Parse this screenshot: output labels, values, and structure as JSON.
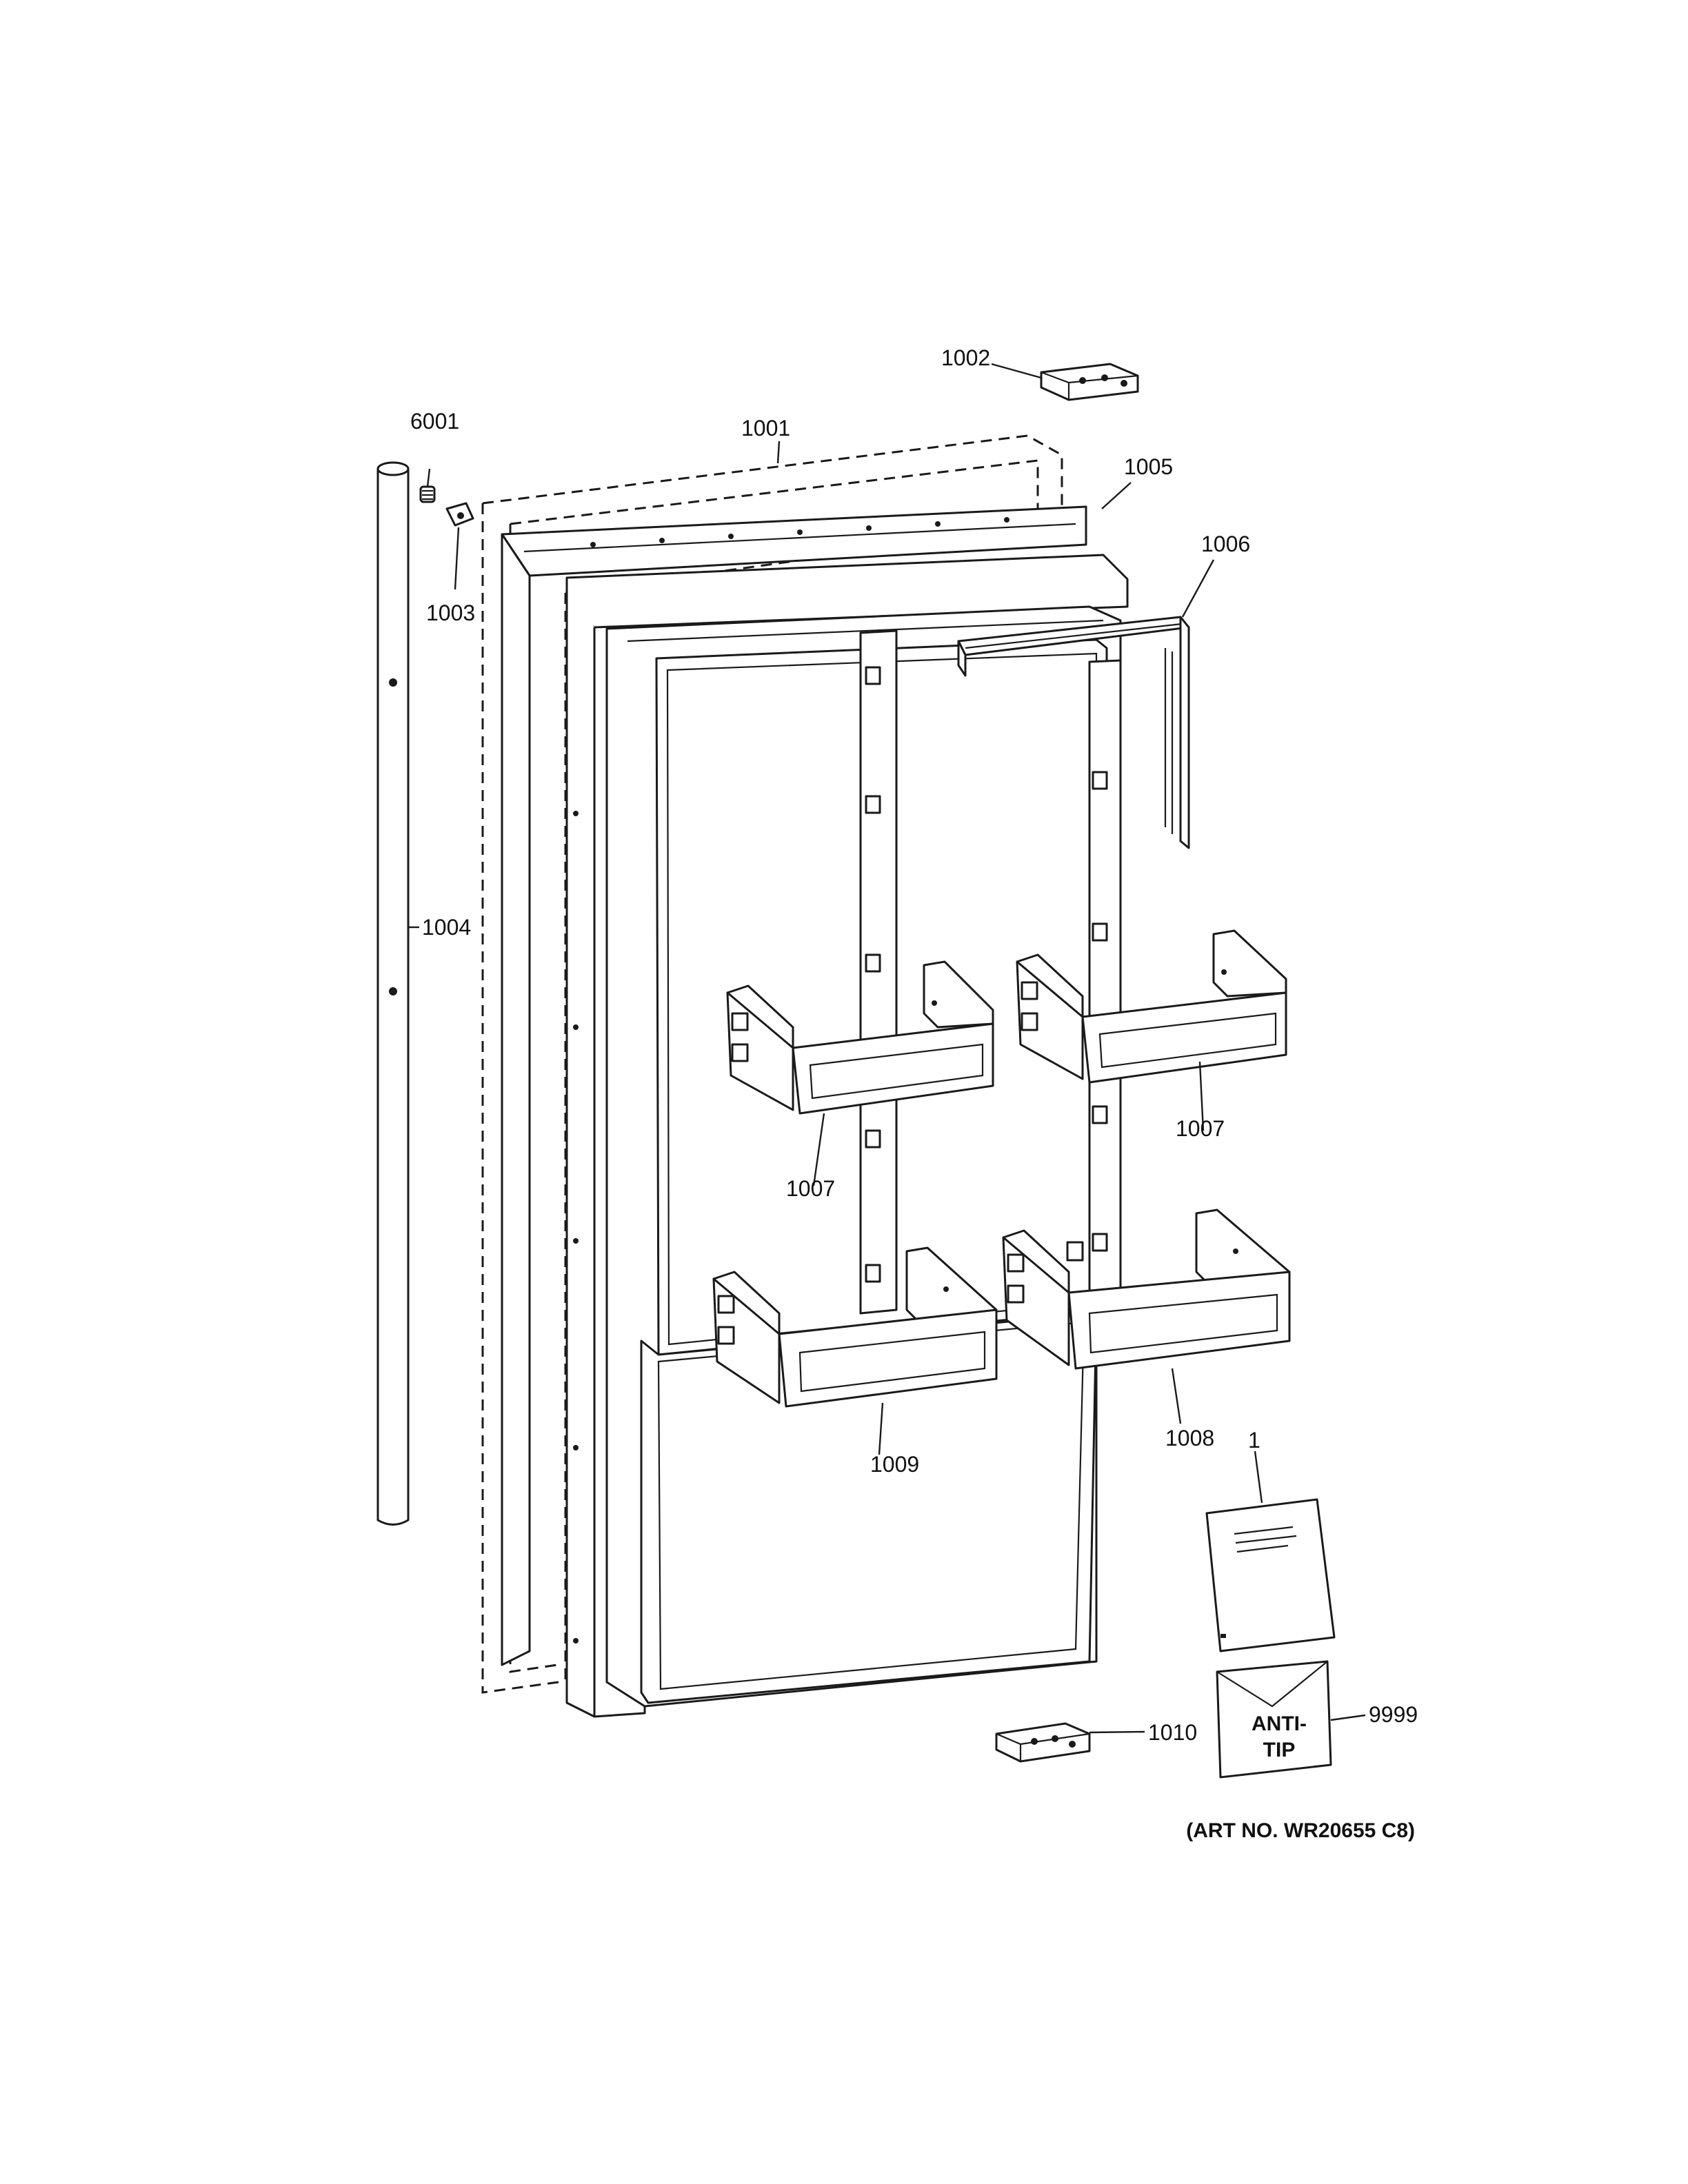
{
  "callouts": {
    "c6001": "6001",
    "c1001": "1001",
    "c1002": "1002",
    "c1003": "1003",
    "c1004": "1004",
    "c1005": "1005",
    "c1006": "1006",
    "c1007a": "1007",
    "c1007b": "1007",
    "c1008": "1008",
    "c1009": "1009",
    "c1": "1",
    "c9999": "9999",
    "c1010": "1010"
  },
  "anti_tip": {
    "line1": "ANTI-",
    "line2": "TIP"
  },
  "art_number": "(ART NO. WR20655 C8)"
}
